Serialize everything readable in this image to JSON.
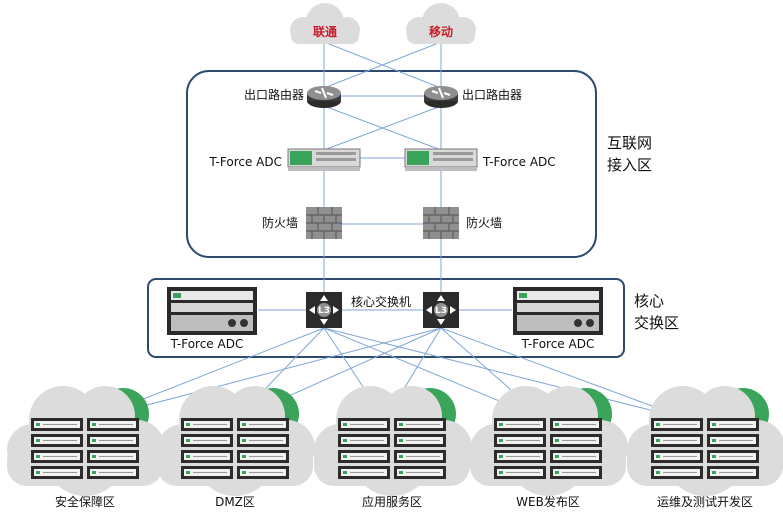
{
  "carriers": {
    "unicom": "联通",
    "mobile": "移动"
  },
  "access_zone": {
    "label_line1": "互联网",
    "label_line2": "接入区",
    "router_label": "出口路由器",
    "adc_label": "T-Force ADC",
    "firewall_label": "防火墙"
  },
  "core_zone": {
    "label_line1": "核心",
    "label_line2": "交换区",
    "switch_label": "核心交换机",
    "switch_badge": "L3",
    "adc_label": "T-Force ADC"
  },
  "server_zones": [
    {
      "label": "安全保障区"
    },
    {
      "label": "DMZ区"
    },
    {
      "label": "应用服务区"
    },
    {
      "label": "WEB发布区"
    },
    {
      "label": "运维及测试开发区"
    }
  ],
  "colors": {
    "zone_border": "#2e4a6e",
    "link_blue": "#7fa6d6",
    "cloud_gray": "#dcdcdc",
    "cloud_green": "#3aa55a",
    "carrier_red": "#c8202a",
    "firewall_gray": "#8f8f8f"
  }
}
